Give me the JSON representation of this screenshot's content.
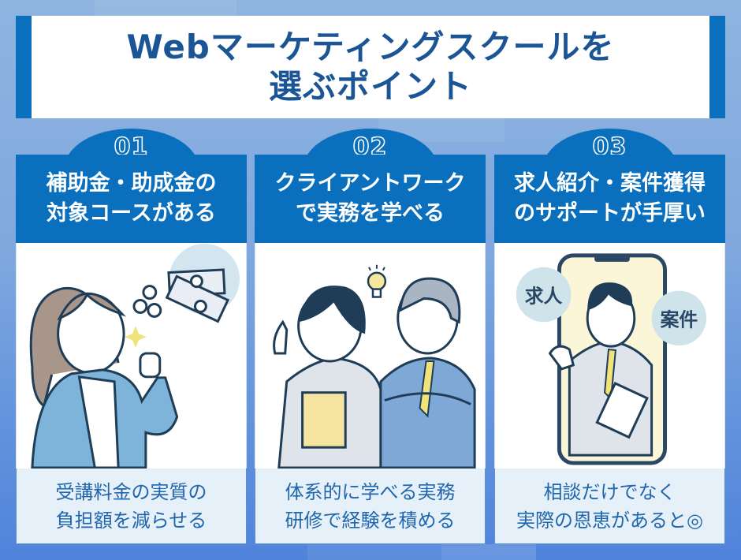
{
  "title": {
    "line1": "Webマーケティングスクールを",
    "line2": "選ぶポイント"
  },
  "colors": {
    "primary_blue": "#0a6fbd",
    "title_text": "#1c5595",
    "footer_bg": "#e6f0f9",
    "footer_text": "#1f66ad",
    "background": "#7fa8de"
  },
  "cards": [
    {
      "number": "01",
      "heading_line1": "補助金・助成金の",
      "heading_line2": "対象コースがある",
      "illustration": "woman-fist-pump-with-yen-coins-and-bills",
      "footer_line1": "受講料金の実質の",
      "footer_line2": "負担額を減らせる"
    },
    {
      "number": "02",
      "heading_line1": "クライアントワーク",
      "heading_line2": "で実務を学べる",
      "illustration": "two-business-people-with-lightbulb-idea",
      "footer_line1": "体系的に学べる実務",
      "footer_line2": "研修で経験を積める"
    },
    {
      "number": "03",
      "heading_line1": "求人紹介・案件獲得",
      "heading_line2": "のサポートが手厚い",
      "illustration": "businessman-in-smartphone-with-speech-bubbles",
      "bubble_left": "求人",
      "bubble_right": "案件",
      "footer_line1": "相談だけでなく",
      "footer_line2": "実際の恩恵があると◎"
    }
  ]
}
